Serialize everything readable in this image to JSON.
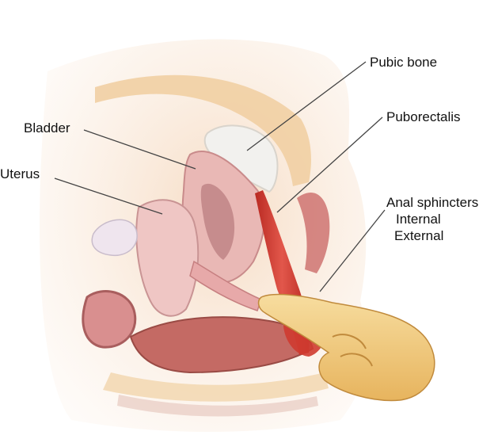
{
  "labels": {
    "pubic_bone": "Pubic bone",
    "puborectalis": "Puborectalis",
    "bladder": "Bladder",
    "uterus": "Uterus",
    "anal_sphincters": "Anal sphincters",
    "internal": "Internal",
    "external": "External"
  },
  "colors": {
    "skin": "#f4d3b6",
    "skin_dark": "#e3b793",
    "organ_pink": "#eec3c3",
    "organ_deep": "#d88f94",
    "muscle_red": "#cf3b30",
    "bone": "#f2f1ee",
    "finger": "#f0c97e",
    "leader_line": "#444444"
  }
}
